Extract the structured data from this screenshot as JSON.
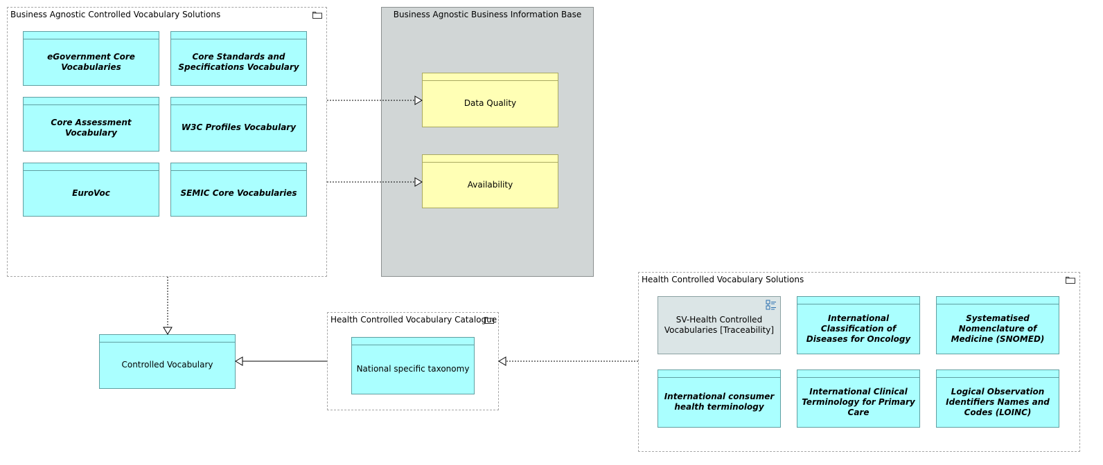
{
  "groups": {
    "business_agnostic_solutions": {
      "title": "Business Agnostic Controlled Vocabulary Solutions",
      "items": [
        "eGovernment Core Vocabularies",
        "Core Standards and Specifications Vocabulary",
        "Core Assessment Vocabulary",
        "W3C Profiles Vocabulary",
        "EuroVoc",
        "SEMIC Core Vocabularies"
      ]
    },
    "business_info_base": {
      "title": "Business Agnostic Business Information Base",
      "items": [
        "Data Quality",
        "Availability"
      ]
    },
    "health_catalogue": {
      "title": "Health Controlled Vocabulary Catalogue",
      "items": [
        "National specific taxonomy"
      ]
    },
    "health_solutions": {
      "title": "Health Controlled Vocabulary Solutions",
      "items": [
        "SV-Health Controlled Vocabularies [Traceability]",
        "International Classification of Diseases for Oncology",
        "Systematised Nomenclature of Medicine (SNOMED)",
        "International consumer health terminology",
        "International Clinical Terminology for Primary Care",
        "Logical Observation Identifiers Names and Codes (LOINC)"
      ]
    }
  },
  "standalone": {
    "controlled_vocabulary": "Controlled Vocabulary"
  },
  "icons": {
    "group": "folder-icon",
    "traceability": "traceability-icon"
  },
  "colors": {
    "data_object": "#aaffff",
    "business_object": "#ffffb5",
    "grouping_fill": "#d1d6d6",
    "reference": "#dbe5e6"
  }
}
